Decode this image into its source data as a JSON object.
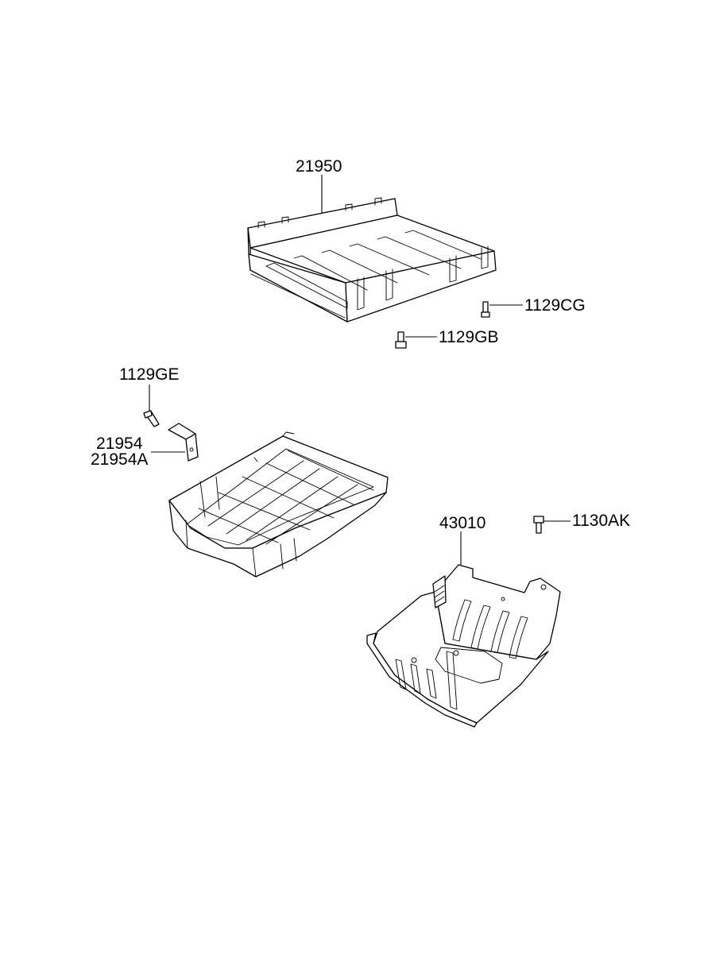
{
  "labels": {
    "skid_plate_upper": "21950",
    "bolt_cg": "1129CG",
    "bolt_gb": "1129GB",
    "bolt_ge": "1129GE",
    "bracket": "21954",
    "bracket_alt": "21954A",
    "transfer_guard": "43010",
    "bolt_ak": "1130AK"
  },
  "colors": {
    "line": "#000000",
    "background": "#ffffff"
  }
}
